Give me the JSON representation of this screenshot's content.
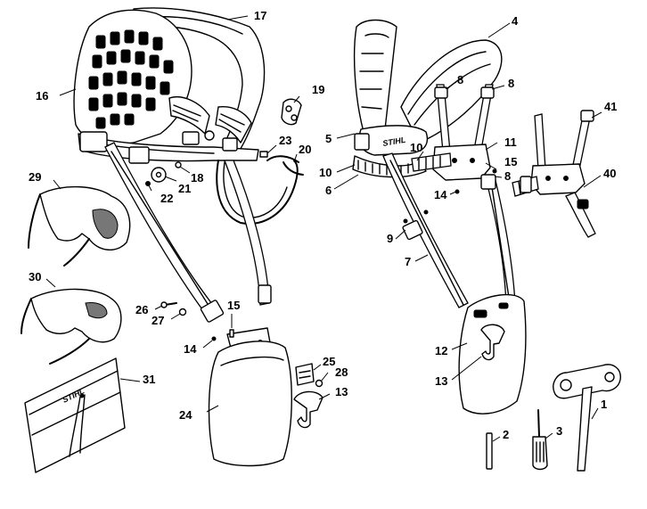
{
  "brand": "STIHL",
  "labels": {
    "p1": "1",
    "p2": "2",
    "p3": "3",
    "p4": "4",
    "p5": "5",
    "p6": "6",
    "p7": "7",
    "p8a": "8",
    "p8b": "8",
    "p8c": "8",
    "p9": "9",
    "p10a": "10",
    "p10b": "10",
    "p11": "11",
    "p12": "12",
    "p13a": "13",
    "p13b": "13",
    "p14a": "14",
    "p14b": "14",
    "p15a": "15",
    "p15b": "15",
    "p16": "16",
    "p17": "17",
    "p18": "18",
    "p19": "19",
    "p20": "20",
    "p21": "21",
    "p22": "22",
    "p23": "23",
    "p24": "24",
    "p25": "25",
    "p26": "26",
    "p27": "27",
    "p28": "28",
    "p29": "29",
    "p30": "30",
    "p31": "31",
    "p40": "40",
    "p41": "41"
  }
}
